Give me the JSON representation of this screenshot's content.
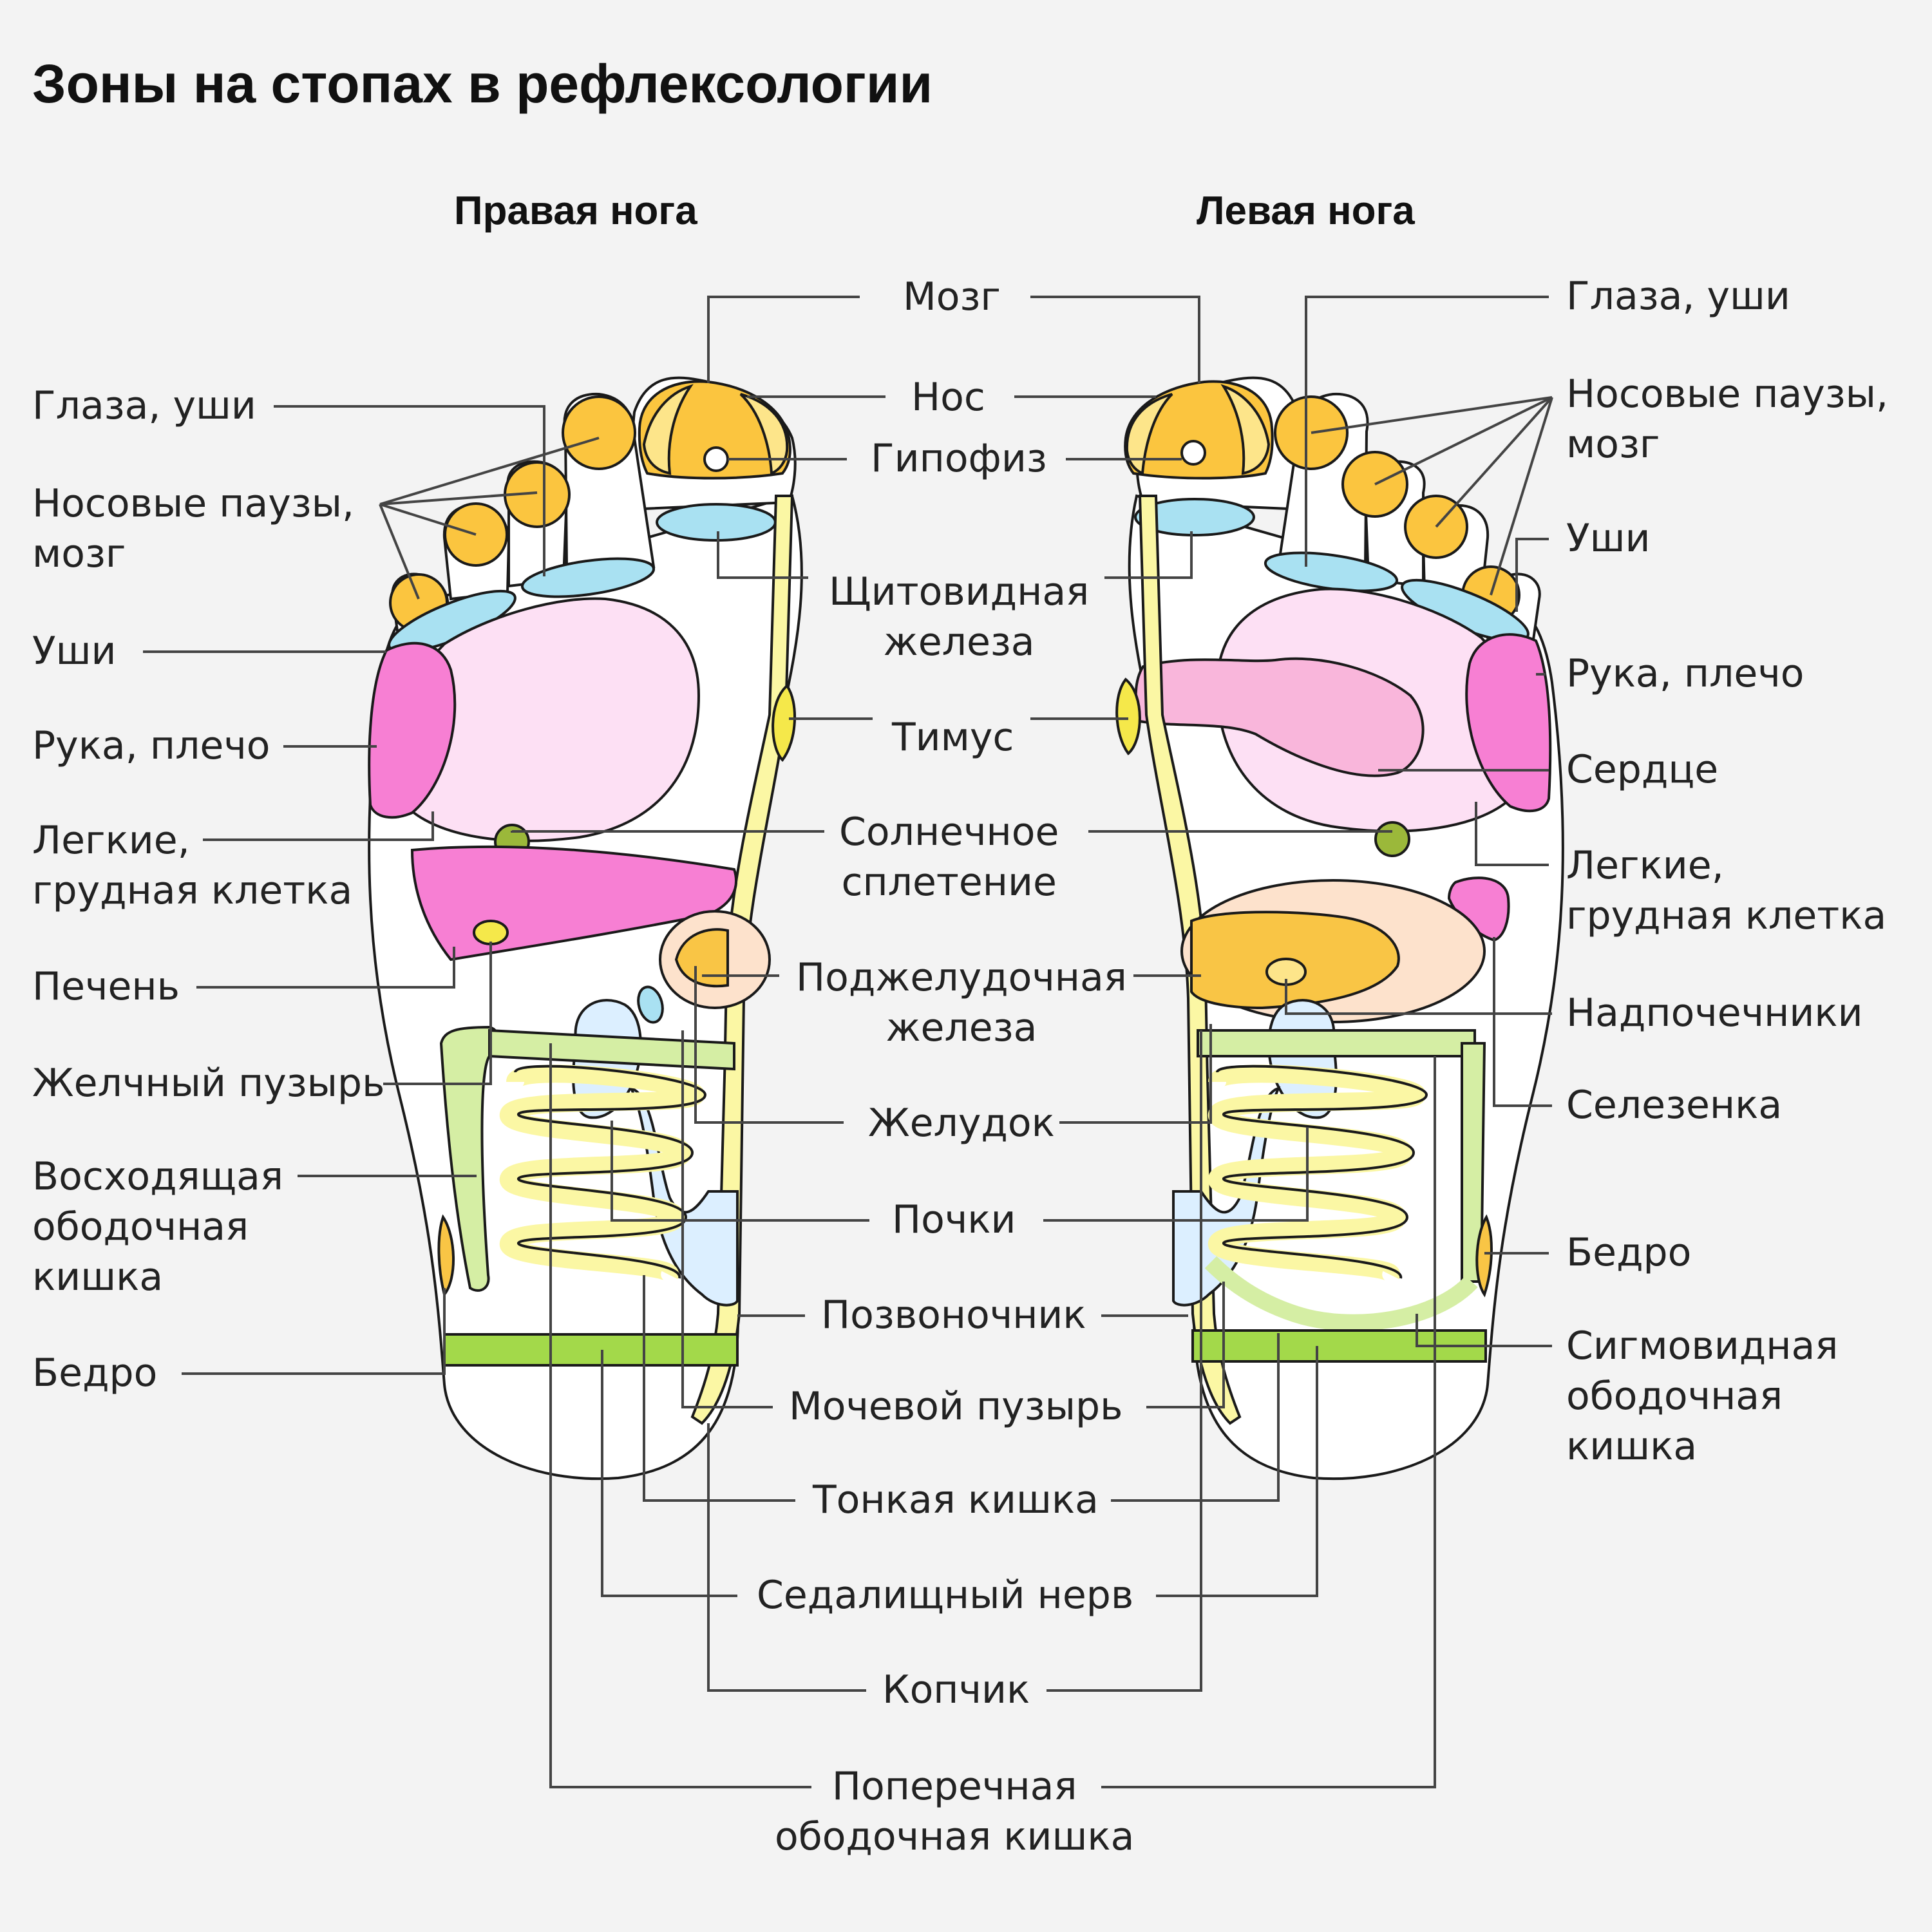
{
  "title": "Зоны на стопах в рефлексологии",
  "right_foot_heading": "Правая нога",
  "left_foot_heading": "Левая нога",
  "labels": {
    "brain": "Мозг",
    "nose": "Нос",
    "pituitary": "Гипофиз",
    "thyroid": "Щитовидная\nжелеза",
    "thymus": "Тимус",
    "solar_plexus": "Солнечное\nсплетение",
    "pancreas": "Поджелудочная\nжелеза",
    "stomach": "Желудок",
    "kidneys": "Почки",
    "spine": "Позвоночник",
    "bladder": "Мочевой пузырь",
    "small_intestine": "Тонкая кишка",
    "sciatic_nerve": "Седалищный нерв",
    "coccyx": "Копчик",
    "transverse_colon": "Поперечная\nободочная кишка",
    "eyes_ears": "Глаза, уши",
    "sinuses_brain": "Носовые паузы,\nмозг",
    "ears": "Уши",
    "arm_shoulder": "Рука, плечо",
    "lungs_chest": "Легкие,\nгрудная клетка",
    "liver": "Печень",
    "gallbladder": "Желчный пузырь",
    "ascending_colon": "Восходящая\nободочная\nкишка",
    "hip": "Бедро",
    "heart": "Сердце",
    "adrenals": "Надпочечники",
    "spleen": "Селезенка",
    "sigmoid_colon": "Сигмовидная\nободочная\nкишка"
  },
  "zone_colors": {
    "outline": "#1a1a1a",
    "foot_fill": "#ffffff",
    "toe_orange": "#fbc53f",
    "toe_ring": "#fde58a",
    "blue": "#a9e1f2",
    "pink_light": "#fde0f4",
    "pink_mid": "#f9b6db",
    "magenta": "#f77fd3",
    "yellow": "#f5e84a",
    "olive_green": "#9bb83a",
    "peach": "#fde2cc",
    "orange": "#f9c545",
    "light_blue": "#dcefff",
    "pale_yellow": "#fbf7a4",
    "colon_green": "#d5eea4",
    "heel_green": "#a3d94a",
    "leader_line": "#444444"
  }
}
